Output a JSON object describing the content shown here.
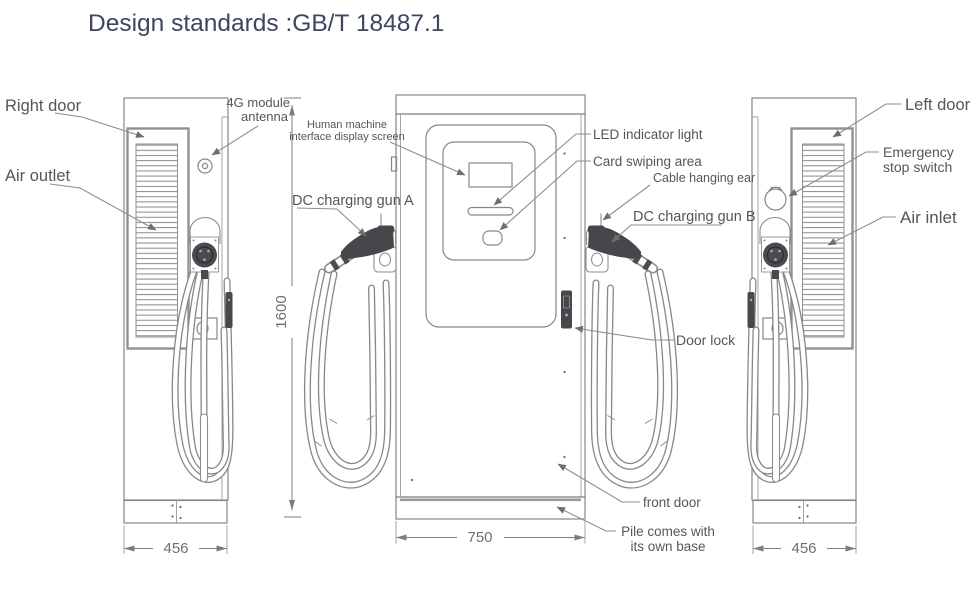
{
  "title": "Design standards :GB/T 18487.1",
  "labels": {
    "right_door": "Right door",
    "air_outlet": "Air outlet",
    "antenna_line1": "4G module",
    "antenna_line2": "antenna",
    "hmi_line1": "Human machine",
    "hmi_line2": "interface display screen",
    "gun_a": "DC charging gun A",
    "led": "LED indicator light",
    "card": "Card swiping area",
    "cable_ear": "Cable hanging ear",
    "gun_b": "DC charging gun B",
    "door_lock": "Door lock",
    "front_door": "front door",
    "pile_line1": "Pile comes with",
    "pile_line2": "its own base",
    "left_door": "Left door",
    "emergency_line1": "Emergency",
    "emergency_line2": "stop switch",
    "air_inlet": "Air inlet"
  },
  "dimensions": {
    "height": "1600",
    "front_width": "750",
    "side_width_left": "456",
    "side_width_right": "456"
  },
  "colors": {
    "title_text": "#3d4660",
    "label_text": "#53565b",
    "dimension_text": "#6d6f72",
    "line": "#85878a",
    "dark_part": "#45474a",
    "background": "#ffffff"
  }
}
